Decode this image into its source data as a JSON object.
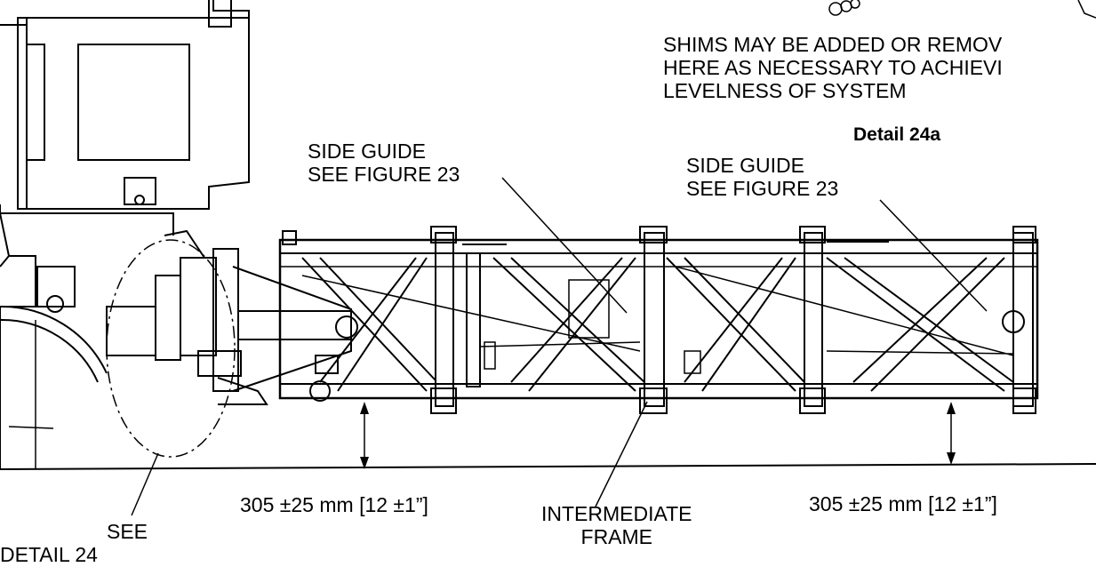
{
  "shims_note": {
    "lines": [
      "SHIMS MAY BE ADDED OR REMOV",
      "HERE AS NECESSARY TO ACHIEVI",
      "LEVELNESS OF SYSTEM"
    ]
  },
  "detail_title": "Detail 24a",
  "side_guide_left": {
    "line1": "SIDE GUIDE",
    "line2": "SEE FIGURE 23"
  },
  "side_guide_right": {
    "line1": "SIDE GUIDE",
    "line2": "SEE FIGURE 23"
  },
  "dimension_left": "305 ±25 mm [12 ±1”]",
  "dimension_right": "305 ±25 mm [12 ±1”]",
  "intermediate_frame": {
    "line1": "INTERMEDIATE",
    "line2": "FRAME"
  },
  "see_detail": {
    "line1": "SEE",
    "line2": "DETAIL 24"
  }
}
